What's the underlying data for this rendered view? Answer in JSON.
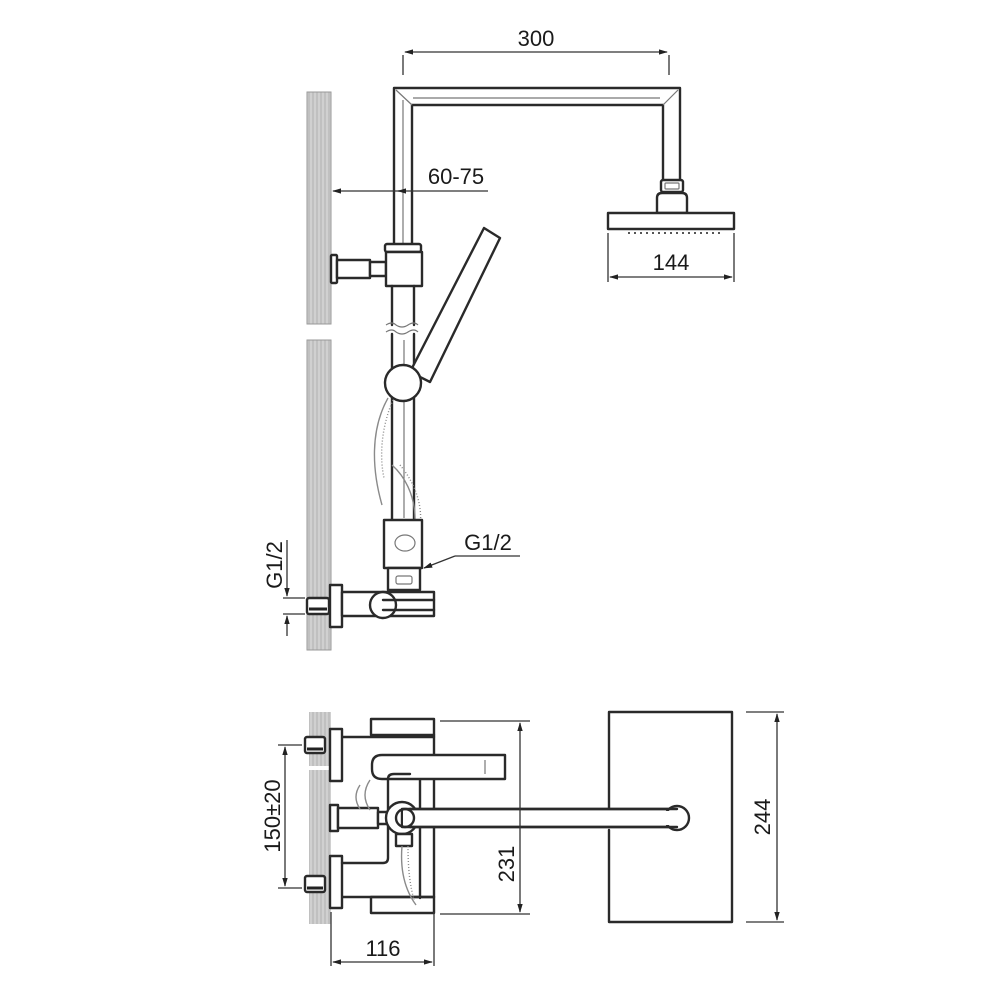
{
  "diagram": {
    "type": "technical-drawing",
    "subject": "shower column with thermostatic mixer, rain shower head and hand shower",
    "views": [
      {
        "name": "side-elevation",
        "dimensions": {
          "arm_reach": "300",
          "wall_distance": "60-75",
          "head_width": "144",
          "inlet_thread": "G1/2",
          "hose_thread": "G1/2"
        }
      },
      {
        "name": "top-plan",
        "dimensions": {
          "mixer_depth": "116",
          "inlet_spacing": "150±20",
          "mixer_projection": "231",
          "head_length": "244"
        }
      }
    ],
    "colors": {
      "line": "#2a2a2a",
      "wall": "#c8c8c8",
      "background": "#ffffff"
    }
  }
}
